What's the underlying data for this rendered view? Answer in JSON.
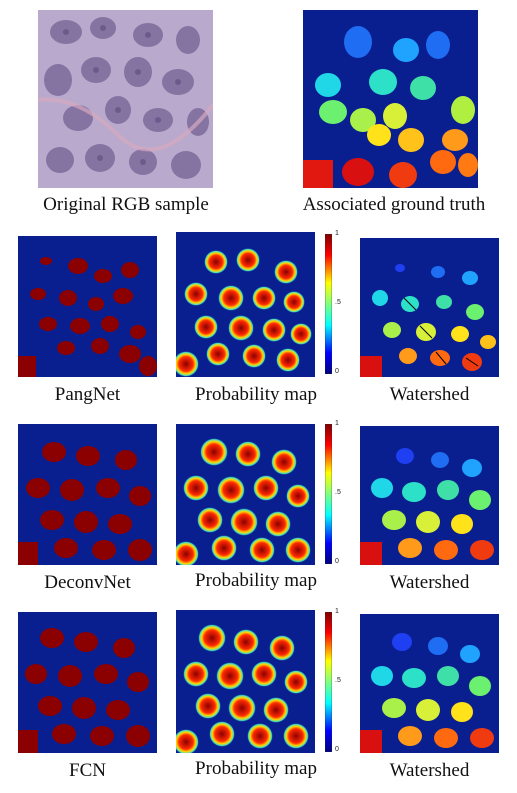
{
  "figure": {
    "top_row": {
      "left_caption": "Original RGB sample",
      "right_caption": "Associated ground truth"
    },
    "rows": [
      {
        "method": "PangNet",
        "prob_caption": "Probability map",
        "watershed_caption": "Watershed"
      },
      {
        "method": "DeconvNet",
        "prob_caption": "Probability map",
        "watershed_caption": "Watershed"
      },
      {
        "method": "FCN",
        "prob_caption": "Probability map",
        "watershed_caption": "Watershed"
      }
    ],
    "colorbar": {
      "max_label": "1",
      "mid_label": ".5",
      "min_label": "0"
    },
    "colors": {
      "background_blue": "#0a1f8f",
      "nucleus_red": "#8b0000",
      "stain_purple": "#a58fb8"
    }
  }
}
